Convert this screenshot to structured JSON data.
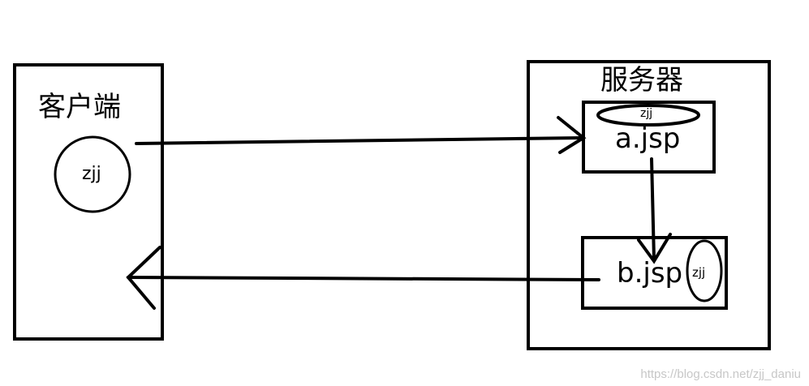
{
  "client": {
    "label": "客户端",
    "session_circle_label": "zjj"
  },
  "server": {
    "label": "服务器",
    "a_jsp": {
      "label": "a.jsp",
      "tag_label": "zjj"
    },
    "b_jsp": {
      "label": "b.jsp",
      "tag_label": "zjj"
    }
  },
  "watermark": "https://blog.csdn.net/zjj_daniu",
  "colors": {
    "stroke": "#000000",
    "background": "#ffffff",
    "watermark": "#c7c7c7"
  }
}
